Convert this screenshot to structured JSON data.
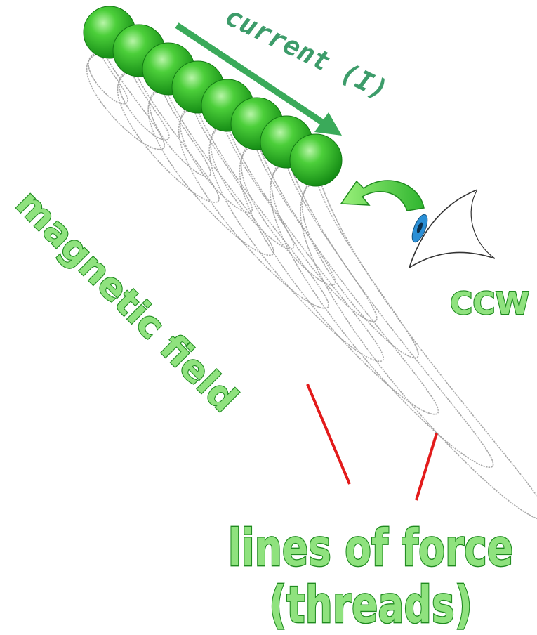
{
  "labels": {
    "current": "current (I)",
    "magnetic_field": "magnetic field",
    "direction": "CCW",
    "lines_of_force_1": "lines of force",
    "lines_of_force_2": "(threads)"
  },
  "icons": {
    "charge": "green-sphere-icon",
    "current_arrow": "arrow-icon",
    "rotation": "curved-arrow-icon",
    "observer": "eye-icon"
  },
  "colors": {
    "sphere": "#2fb82f",
    "arrow": "#3aaa5a",
    "wordart_fill": "#8fe27e",
    "wordart_stroke": "#1f8a1f",
    "pointer": "#e31b1b",
    "field_lines": "#9a9a9a",
    "iris": "#2a8fd6"
  }
}
